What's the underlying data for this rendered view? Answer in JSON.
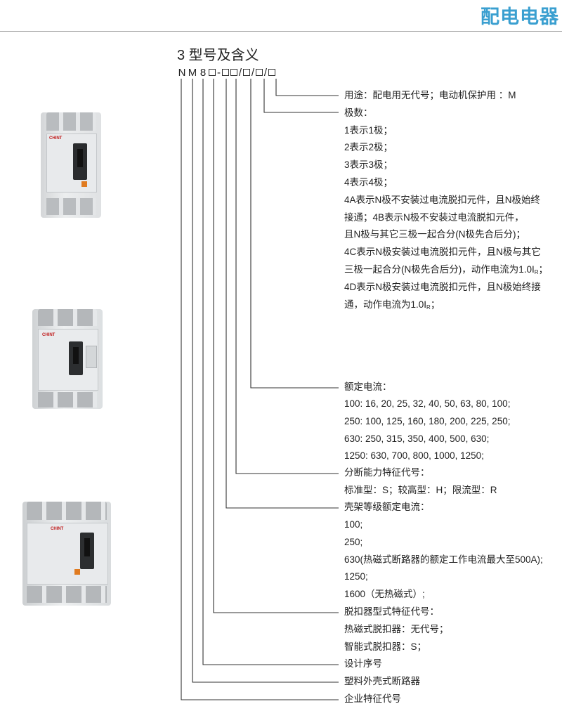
{
  "header": {
    "title": "配电电器"
  },
  "section": {
    "title": "3 型号及含义"
  },
  "model_code": {
    "chars": [
      "N",
      "M",
      "8"
    ],
    "dash": "-",
    "slash": "/"
  },
  "descriptions": {
    "usage": "用途：配电用无代号；电动机保护用 ：M",
    "poles": "极数：",
    "pole_1": "1表示1极；",
    "pole_2": "2表示2极；",
    "pole_3": "3表示3极；",
    "pole_4": "4表示4极；",
    "pole_4a_1": "4A表示N极不安装过电流脱扣元件，且N极始终",
    "pole_4a_2": "接通；4B表示N极不安装过电流脱扣元件，",
    "pole_4b": "且N极与其它三极一起合分(N极先合后分)；",
    "pole_4c_1": "4C表示N极安装过电流脱扣元件，且N极与其它",
    "pole_4c_2": "三极一起合分(N极先合后分)，动作电流为1.0I",
    "pole_4c_sub": "R",
    "pole_4c_end": "；",
    "pole_4d_1": "4D表示N极安装过电流脱扣元件，且N极始终接",
    "pole_4d_2": "通，动作电流为1.0I",
    "pole_4d_sub": "R",
    "pole_4d_end": "；",
    "rated_current": "额定电流：",
    "rc_100": "100: 16, 20, 25, 32, 40, 50, 63, 80, 100;",
    "rc_250": "250: 100, 125, 160, 180, 200, 225, 250;",
    "rc_630": "630: 250, 315, 350, 400, 500, 630;",
    "rc_1250": "1250: 630, 700, 800, 1000, 1250;",
    "breaking": "分断能力特征代号：",
    "breaking_types": "标准型：S；较高型：H；限流型：R",
    "frame": "壳架等级额定电流：",
    "frame_100": "100;",
    "frame_250": "250;",
    "frame_630": "630(热磁式断路器的额定工作电流最大至500A);",
    "frame_1250": "1250;",
    "frame_1600": "1600（无热磁式）;",
    "release": "脱扣器型式特征代号：",
    "release_thermal": "热磁式脱扣器：无代号；",
    "release_smart": "智能式脱扣器：S；",
    "design_no": "设计序号",
    "mccb": "塑料外壳式断路器",
    "company": "企业特征代号"
  },
  "products": {
    "brand": "CHINT"
  }
}
